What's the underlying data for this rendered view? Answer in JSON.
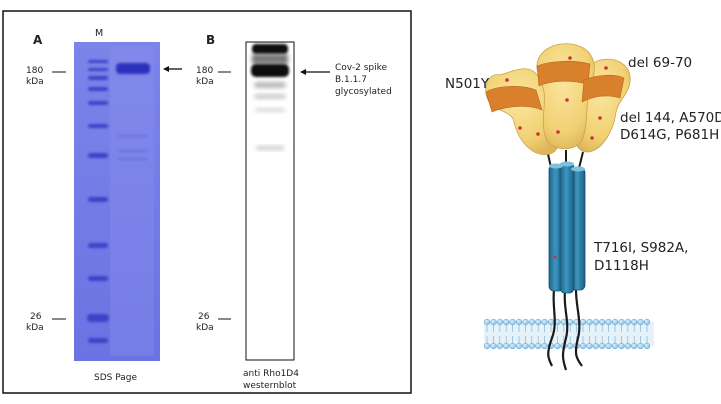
{
  "panel_a": {
    "label": "A",
    "marker_lane": "M",
    "mw_top": "180",
    "mw_top_unit": "kDa",
    "mw_bottom": "26",
    "mw_bottom_unit": "kDa",
    "caption": "SDS Page"
  },
  "panel_b": {
    "label": "B",
    "mw_top": "180",
    "mw_top_unit": "kDa",
    "mw_bottom": "26",
    "mw_bottom_unit": "kDa",
    "band_label_1": "Cov-2 spike",
    "band_label_2": "B.1.1.7",
    "band_label_3": "glycosylated",
    "caption_1": "anti Rho1D4",
    "caption_2": "westernblot"
  },
  "spike": {
    "mut_n501y": "N501Y",
    "mut_del6970": "del 69-70",
    "mut_rbd_1": "del 144, A570D,",
    "mut_rbd_2": "D614G, P681H",
    "mut_stalk_1": "T716I, S982A,",
    "mut_stalk_2": "D1118H"
  },
  "colors": {
    "gel_blue": "#6f78e6",
    "spike_yellow": "#f3d77c",
    "spike_orange": "#d9802c",
    "stalk_blue": "#2f7fa6",
    "membrane_blue": "#a9d3ef"
  }
}
